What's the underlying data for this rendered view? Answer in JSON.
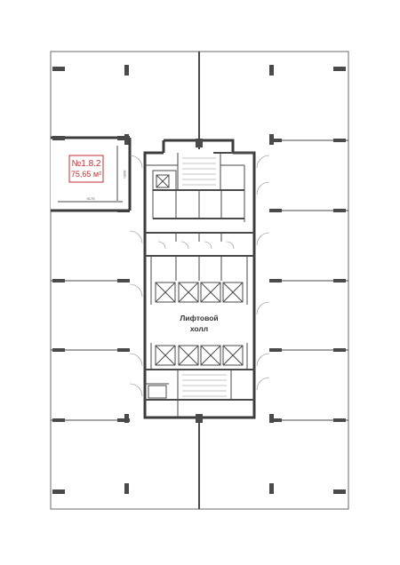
{
  "unit": {
    "number": "№1.8.2",
    "area": "75,65 м²",
    "dim_width": "9175",
    "dim_height": "6050"
  },
  "hall": {
    "line1": "Лифтовой",
    "line2": "холл"
  },
  "colors": {
    "wall": "#4a4a4a",
    "highlight": "#c53030",
    "background": "#ffffff"
  }
}
